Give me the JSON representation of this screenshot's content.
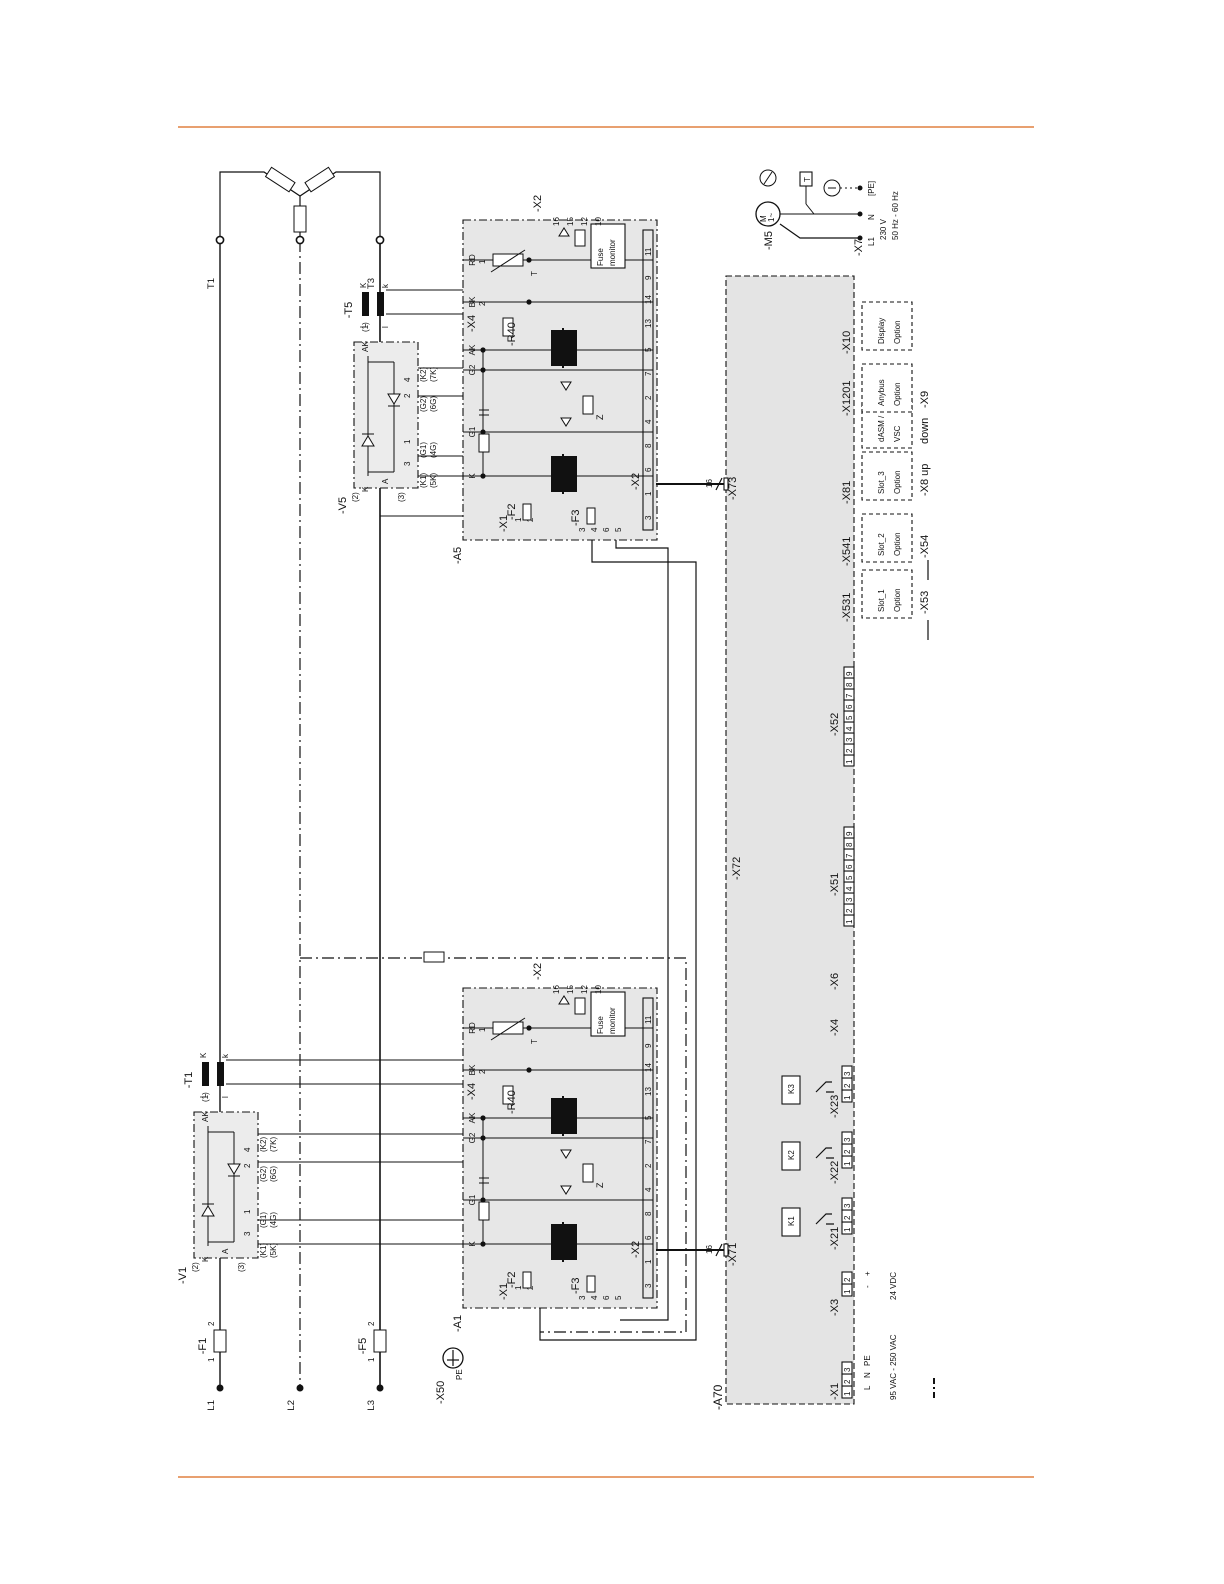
{
  "diagram": {
    "ac_lines": [
      "L1",
      "L2",
      "L3"
    ],
    "motor_terminals": [
      "T1",
      "T3"
    ],
    "fuses": [
      {
        "ref": "-F1",
        "pin_a": "1",
        "pin_b": "2"
      },
      {
        "ref": "-F5",
        "pin_a": "1",
        "pin_b": "2"
      }
    ],
    "pe_terminal": {
      "ref": "-X50",
      "label": "PE"
    },
    "thyristor_modules": [
      {
        "ref": "-V1",
        "pin_labels": [
          "(2)",
          "K",
          "A",
          "(3)",
          "AK",
          "(1)",
          "4",
          "2",
          "1",
          "3",
          "(G2)",
          "(6G)",
          "(K2)",
          "(7K)",
          "(G1)",
          "(4G)",
          "(K1)",
          "(5K)"
        ]
      },
      {
        "ref": "-V5",
        "pin_labels": [
          "(2)",
          "K",
          "A",
          "(3)",
          "AK",
          "(1)",
          "4",
          "2",
          "1",
          "3",
          "(G2)",
          "(6G)",
          "(K2)",
          "(7K)",
          "(G1)",
          "(4G)",
          "(K1)",
          "(5K)"
        ]
      }
    ],
    "current_transformers": [
      {
        "ref": "-T1",
        "labels": [
          "K",
          "k",
          "L",
          "l"
        ]
      },
      {
        "ref": "-T5",
        "labels": [
          "K",
          "k",
          "L",
          "l"
        ]
      }
    ],
    "power_boards": [
      {
        "ref": "-A1",
        "x1_label": "-X1",
        "x1_pins": [
          "1",
          "2"
        ],
        "f2_label": "-F2",
        "f3_label": "-F3",
        "x4_label": "-X4",
        "r40_label": "-R40",
        "x2_label": "-X2",
        "x2b_label": "-X2",
        "terminal_labels": [
          "K",
          "G1",
          "G2",
          "AK",
          "BK",
          "RD"
        ],
        "x4_pins": [
          "1",
          "2"
        ],
        "x2_pins": [
          "3",
          "1",
          "6",
          "8",
          "4",
          "2",
          "7",
          "5",
          "13",
          "14",
          "9",
          "11"
        ],
        "x2_top_pins": [
          "16",
          "15",
          "12",
          "10"
        ],
        "bottom_pins": [
          "3",
          "4",
          "6",
          "5"
        ],
        "fuse_monitor": "Fuse monitor",
        "z_label": "Z",
        "t_label": "T"
      },
      {
        "ref": "-A5",
        "x1_label": "-X1",
        "x1_pins": [
          "1",
          "2"
        ],
        "f2_label": "-F2",
        "f3_label": "-F3",
        "x4_label": "-X4",
        "r40_label": "-R40",
        "x2_label": "-X2",
        "x2b_label": "-X2",
        "terminal_labels": [
          "K",
          "G1",
          "G2",
          "AK",
          "BK",
          "RD"
        ],
        "x4_pins": [
          "1",
          "2"
        ],
        "x2_pins": [
          "3",
          "1",
          "6",
          "8",
          "4",
          "2",
          "7",
          "5",
          "13",
          "14",
          "9",
          "11"
        ],
        "x2_top_pins": [
          "16",
          "15",
          "12",
          "10"
        ],
        "bottom_pins": [
          "3",
          "4",
          "6",
          "5"
        ],
        "fuse_monitor": "Fuse monitor",
        "z_label": "Z",
        "t_label": "T"
      }
    ],
    "control_board": {
      "ref": "-A70",
      "x72_label": "-X72",
      "ribbon_connectors": [
        {
          "ref": "-X71",
          "wires": "16"
        },
        {
          "ref": "-X73",
          "wires": "16"
        }
      ],
      "x1": {
        "ref": "-X1",
        "pins": [
          "1",
          "2",
          "3"
        ],
        "signals": [
          "L",
          "N",
          "PE"
        ],
        "voltage": "95 VAC - 250 VAC"
      },
      "x3": {
        "ref": "-X3",
        "pins": [
          "1",
          "2"
        ],
        "signals": [
          "-",
          "+"
        ],
        "voltage": "24 VDC"
      },
      "relays": [
        {
          "ref": "K1",
          "connector": "-X21",
          "pins": [
            "1",
            "2",
            "3"
          ]
        },
        {
          "ref": "K2",
          "connector": "-X22",
          "pins": [
            "1",
            "2",
            "3"
          ]
        },
        {
          "ref": "K3",
          "connector": "-X23",
          "pins": [
            "1",
            "2",
            "3"
          ]
        }
      ],
      "x4_label": "-X4",
      "x6_label": "-X6",
      "x51": {
        "ref": "-X51",
        "pins": [
          "1",
          "2",
          "3",
          "4",
          "5",
          "6",
          "7",
          "8",
          "9"
        ]
      },
      "x52": {
        "ref": "-X52",
        "pins": [
          "1",
          "2",
          "3",
          "4",
          "5",
          "6",
          "7",
          "8",
          "9"
        ]
      },
      "option_slots": [
        {
          "ref": "-X531",
          "below": "-X53",
          "text": [
            "Slot_1",
            "Option"
          ]
        },
        {
          "ref": "-X541",
          "below": "-X54",
          "text": [
            "Slot_2",
            "Option"
          ]
        },
        {
          "ref": "-X81",
          "below": "-X8 up",
          "text": [
            "Slot_3",
            "Option"
          ]
        },
        {
          "ref": "",
          "below": "down",
          "text": [
            "dASM /",
            "VSC"
          ]
        },
        {
          "ref": "-X1201",
          "below": "-X9",
          "text": [
            "Anybus",
            "Option"
          ]
        },
        {
          "ref": "-X10",
          "below": "",
          "text": [
            "Display",
            "Option"
          ]
        }
      ]
    },
    "fan": {
      "motor_ref": "-M5",
      "motor_text": [
        "M",
        "1~"
      ],
      "connector_ref": "-X7",
      "terminals": [
        "L1",
        "N",
        "[PE]"
      ],
      "supply": [
        "230 V",
        "50 Hz - 60 Hz"
      ],
      "thermostat": "T"
    }
  }
}
